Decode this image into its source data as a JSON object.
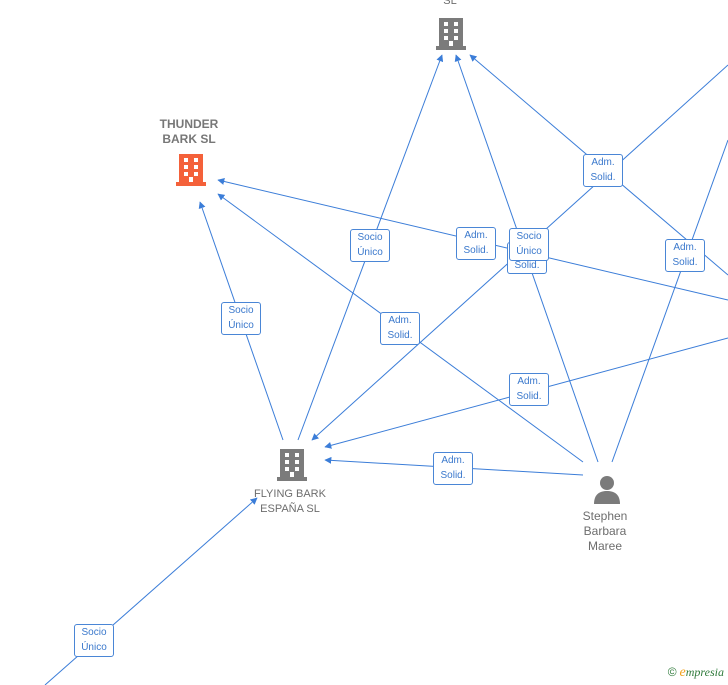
{
  "colors": {
    "edge": "#3b7dd8",
    "company": "#7b7b7b",
    "focus_company": "#f4613a",
    "person": "#7b7b7b"
  },
  "nodes": {
    "top_company": {
      "label": "SL",
      "icon": "building-icon"
    },
    "thunder_bark": {
      "label_line1": "THUNDER",
      "label_line2": "BARK  SL",
      "icon": "building-icon"
    },
    "flying_bark": {
      "label_line1": "FLYING BARK",
      "label_line2": "ESPAÑA  SL",
      "icon": "building-icon"
    },
    "stephen": {
      "label_line1": "Stephen",
      "label_line2": "Barbara",
      "label_line3": "Maree",
      "icon": "person-icon"
    }
  },
  "edge_labels": [
    {
      "line1": "Adm.",
      "line2": "Solid."
    },
    {
      "line1": "Socio",
      "line2": "Único"
    },
    {
      "line1": "Adm.",
      "line2": "Solid."
    },
    {
      "line1": "Socio",
      "line2": "Único"
    },
    {
      "line1": "Adm.",
      "line2": "Solid."
    },
    {
      "line1": "Adm.",
      "line2": "Solid."
    },
    {
      "line1": "Socio",
      "line2": "Único"
    },
    {
      "line1": "Adm.",
      "line2": "Solid."
    },
    {
      "line1": "Adm.",
      "line2": "Solid."
    },
    {
      "line1": "Adm.",
      "line2": "Solid."
    },
    {
      "line1": "Socio",
      "line2": "Único"
    }
  ],
  "brand": {
    "copyright": "©",
    "name_e": "e",
    "name_rest": "mpresia"
  }
}
